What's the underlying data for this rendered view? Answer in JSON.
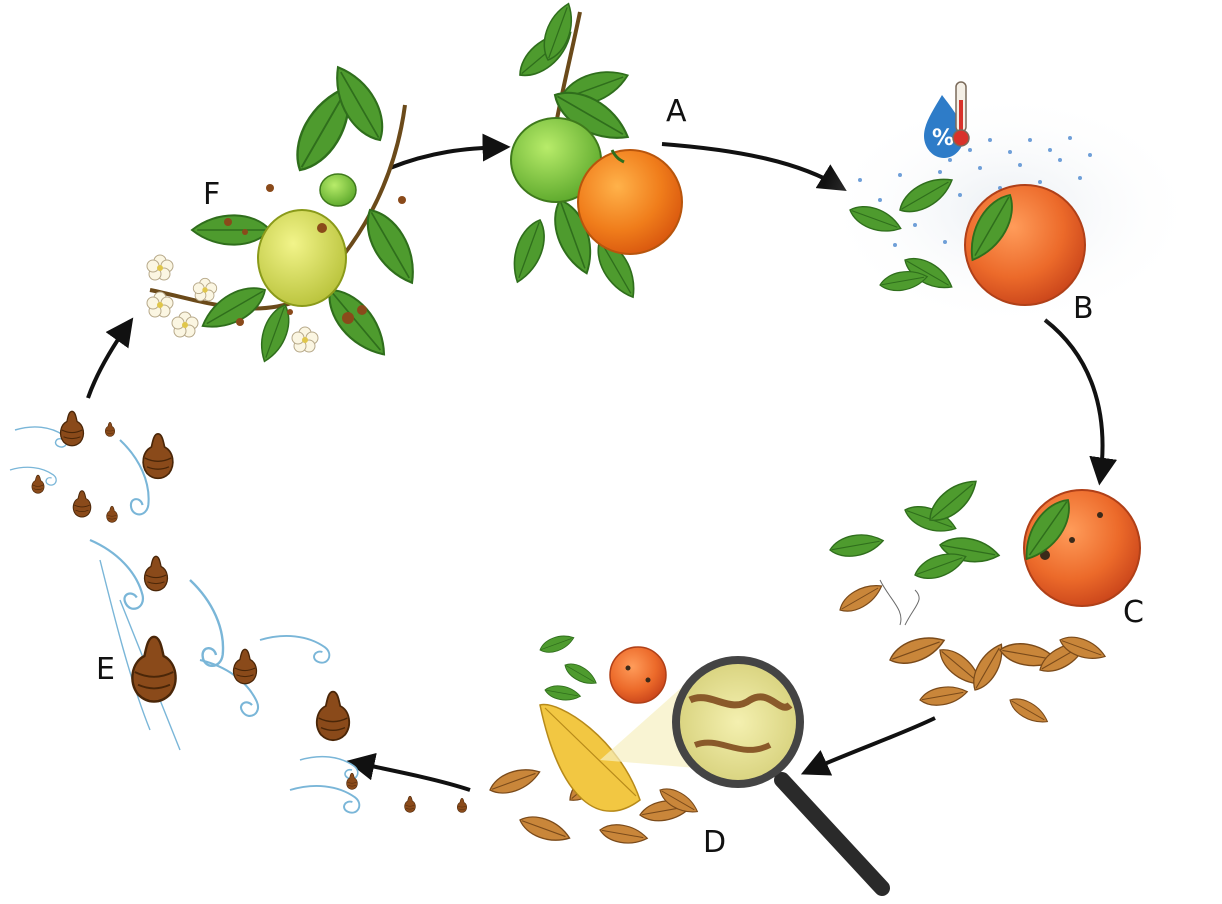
{
  "diagram": {
    "stages": [
      {
        "id": "A",
        "label": "A",
        "depicts": "branch-with-green-and-ripe-orange"
      },
      {
        "id": "B",
        "label": "B",
        "depicts": "orange-in-humid-warm-weather",
        "icons": [
          "humidity-drop-icon",
          "thermometer-icon"
        ]
      },
      {
        "id": "C",
        "label": "C",
        "depicts": "spotted-orange-and-falling-infected-leaves"
      },
      {
        "id": "D",
        "label": "D",
        "depicts": "leaf-litter-under-magnifying-glass",
        "icons": [
          "magnifying-glass-icon"
        ]
      },
      {
        "id": "E",
        "label": "E",
        "depicts": "spores-carried-by-wind",
        "icons": [
          "wind-icon",
          "spore-icon"
        ]
      },
      {
        "id": "F",
        "label": "F",
        "depicts": "flowering-branch-with-lesioned-fruit"
      }
    ],
    "flow": [
      "F",
      "A",
      "B",
      "C",
      "D",
      "E",
      "F"
    ],
    "colors": {
      "arrow": "#111111",
      "leaf": "#4e9b2e",
      "leaf_dark": "#2f6e1c",
      "orange": "#f07d1b",
      "green_fruit": "#7fcb3a",
      "yellow_fruit": "#d9e04a",
      "spore": "#8a4a1a",
      "wind": "#7ab6d8",
      "rain": "#6f9fd8",
      "litter": "#c9863a"
    }
  }
}
